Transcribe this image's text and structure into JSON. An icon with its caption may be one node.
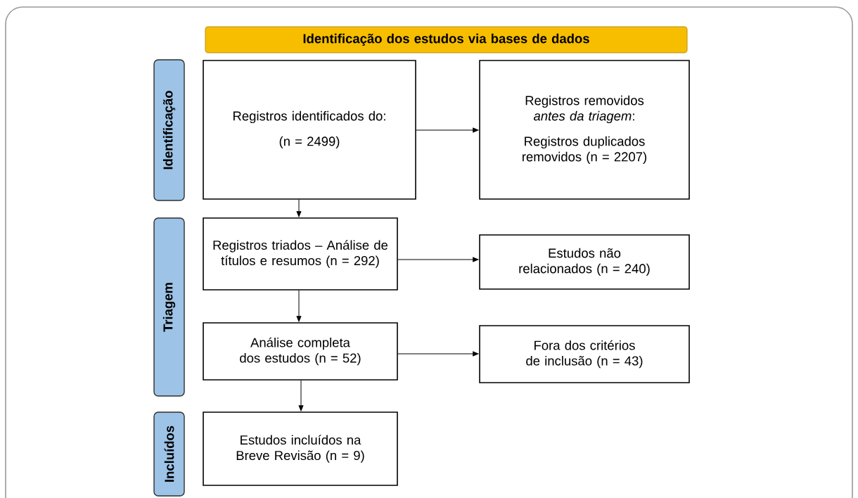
{
  "diagram": {
    "nodes": [
      {
        "text": [
          "Identificação dos estudos via bases de dados"
        ]
      },
      {
        "text": [
          "Identificação"
        ]
      },
      {
        "text": [
          "Triagem"
        ]
      },
      {
        "text": [
          "Incluídos"
        ]
      },
      {
        "text": [
          "Registros identificados do:",
          "(n = 2499)"
        ]
      },
      {
        "text": [
          "Registros removidos *antes da triagem*:",
          "Registros duplicados removidos (n = 2207)"
        ]
      },
      {
        "text": [
          "Registros triados – Análise de títulos e resumos (n = 292)"
        ]
      },
      {
        "text": [
          "Estudos não relacionados (n = 240)"
        ]
      },
      {
        "text": [
          "Análise completa dos estudos (n = 52)"
        ]
      },
      {
        "text": [
          "Fora dos critérios de inclusão (n = 43)"
        ]
      },
      {
        "text": [
          "Estudos incluídos na Breve Revisão (n = 9)"
        ]
      }
    ],
    "edges": [
      {
        "from": 4,
        "to": 5,
        "arrow": "to"
      },
      {
        "from": 4,
        "to": 6,
        "arrow": "to"
      },
      {
        "from": 6,
        "to": 7,
        "arrow": "to"
      },
      {
        "from": 6,
        "to": 8,
        "arrow": "to"
      },
      {
        "from": 8,
        "to": 9,
        "arrow": "to"
      },
      {
        "from": 8,
        "to": 10,
        "arrow": "to"
      }
    ]
  }
}
